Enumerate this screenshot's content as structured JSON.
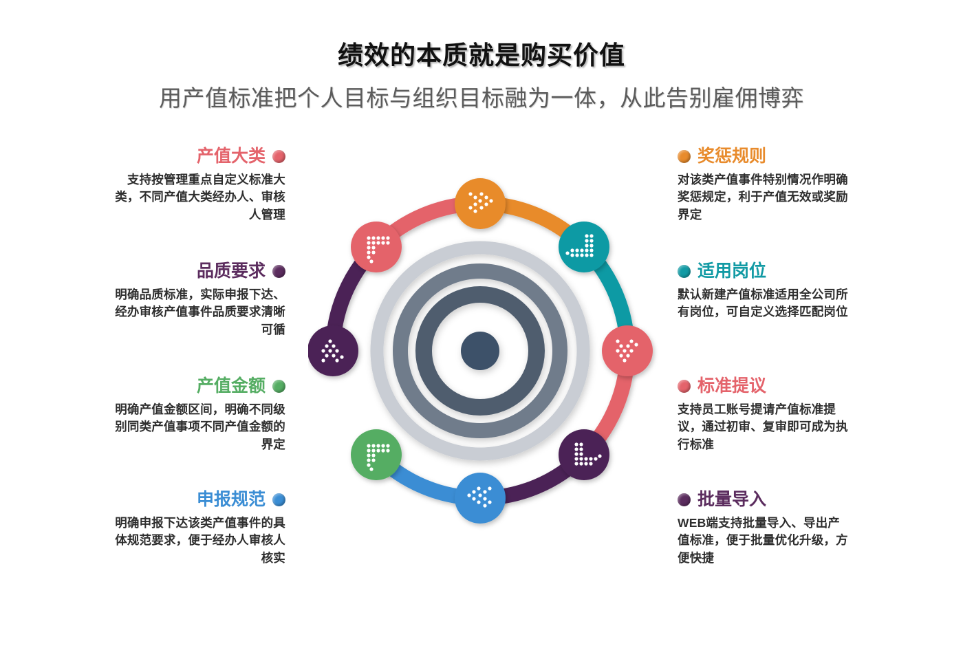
{
  "header": {
    "title": "绩效的本质就是购买价值",
    "subtitle": "用产值标准把个人目标与组织目标融为一体，从此告别雇佣博弈"
  },
  "colors": {
    "coral": "#E4636B",
    "orange": "#E88B2C",
    "teal": "#119AA4",
    "red": "#E4636B",
    "purple_dark": "#5B2C5E",
    "purple_deep": "#4B2356",
    "green": "#55AD63",
    "blue": "#3A8DD4",
    "ring_outer": "#C9CDD4",
    "ring_mid": "#6B7785",
    "ring_inner": "#4F5D6E",
    "ring_core": "#3E5169",
    "title_color": "#111111",
    "subtitle_color": "#5B5B5B",
    "body_color": "#2E2E2E"
  },
  "features": {
    "left": [
      {
        "title": "产值大类",
        "color": "#E4636B",
        "body": "支持按管理重点自定义标准大类，不同产值大类经办人、审核人管理"
      },
      {
        "title": "品质要求",
        "color": "#5B2C5E",
        "body": "明确品质标准，实际申报下达、经办审核产值事件品质要求清晰可循"
      },
      {
        "title": "产值金额",
        "color": "#55AD63",
        "body": "明确产值金额区间，明确不同级别同类产值事项不同产值金额的界定"
      },
      {
        "title": "申报规范",
        "color": "#3A8DD4",
        "body": "明确申报下达该类产值事件的具体规范要求，便于经办人审核人核实"
      }
    ],
    "right": [
      {
        "title": "奖惩规则",
        "color": "#E88B2C",
        "body": "对该类产值事件特别情况作明确奖惩规定，利于产值无效或奖励界定"
      },
      {
        "title": "适用岗位",
        "color": "#119AA4",
        "body": "默认新建产值标准适用全公司所有岗位，可自定义选择匹配岗位"
      },
      {
        "title": "标准提议",
        "color": "#E4636B",
        "body": "支持员工账号提请产值标准提议，通过初审、复审即可成为执行标准"
      },
      {
        "title": "批量导入",
        "color": "#5B2C5E",
        "body": "WEB端支持批量导入、导出产值标准，便于批量优化升级，方便快捷"
      }
    ]
  },
  "diagram": {
    "center_rings": [
      "ring_outer",
      "ring_mid",
      "ring_inner",
      "ring_core"
    ],
    "nodes": [
      {
        "name": "node-top",
        "icon": "chevron-right-double-icon",
        "color": "#E88B2C"
      },
      {
        "name": "node-upper-right",
        "icon": "arrow-down-left-icon",
        "color": "#119AA4"
      },
      {
        "name": "node-right",
        "icon": "chevron-down-double-icon",
        "color": "#E4636B"
      },
      {
        "name": "node-lower-right",
        "icon": "arrow-down-right-icon",
        "color": "#4B2356"
      },
      {
        "name": "node-bottom",
        "icon": "chevron-left-double-icon",
        "color": "#3A8DD4"
      },
      {
        "name": "node-lower-left",
        "icon": "arrow-up-right-icon",
        "color": "#55AD63"
      },
      {
        "name": "node-left",
        "icon": "chevron-up-double-icon",
        "color": "#4B2356"
      },
      {
        "name": "node-upper-left",
        "icon": "arrow-up-right-icon",
        "color": "#E4636B"
      }
    ],
    "arcs": [
      {
        "name": "arc-orange",
        "color": "#E88B2C"
      },
      {
        "name": "arc-teal",
        "color": "#119AA4"
      },
      {
        "name": "arc-coral",
        "color": "#E4636B"
      },
      {
        "name": "arc-purple",
        "color": "#4B2356"
      },
      {
        "name": "arc-blue",
        "color": "#3A8DD4"
      },
      {
        "name": "arc-green-link",
        "color": "#3A8DD4"
      },
      {
        "name": "arc-purple-left",
        "color": "#4B2356"
      },
      {
        "name": "arc-red-top",
        "color": "#E4636B"
      }
    ]
  }
}
